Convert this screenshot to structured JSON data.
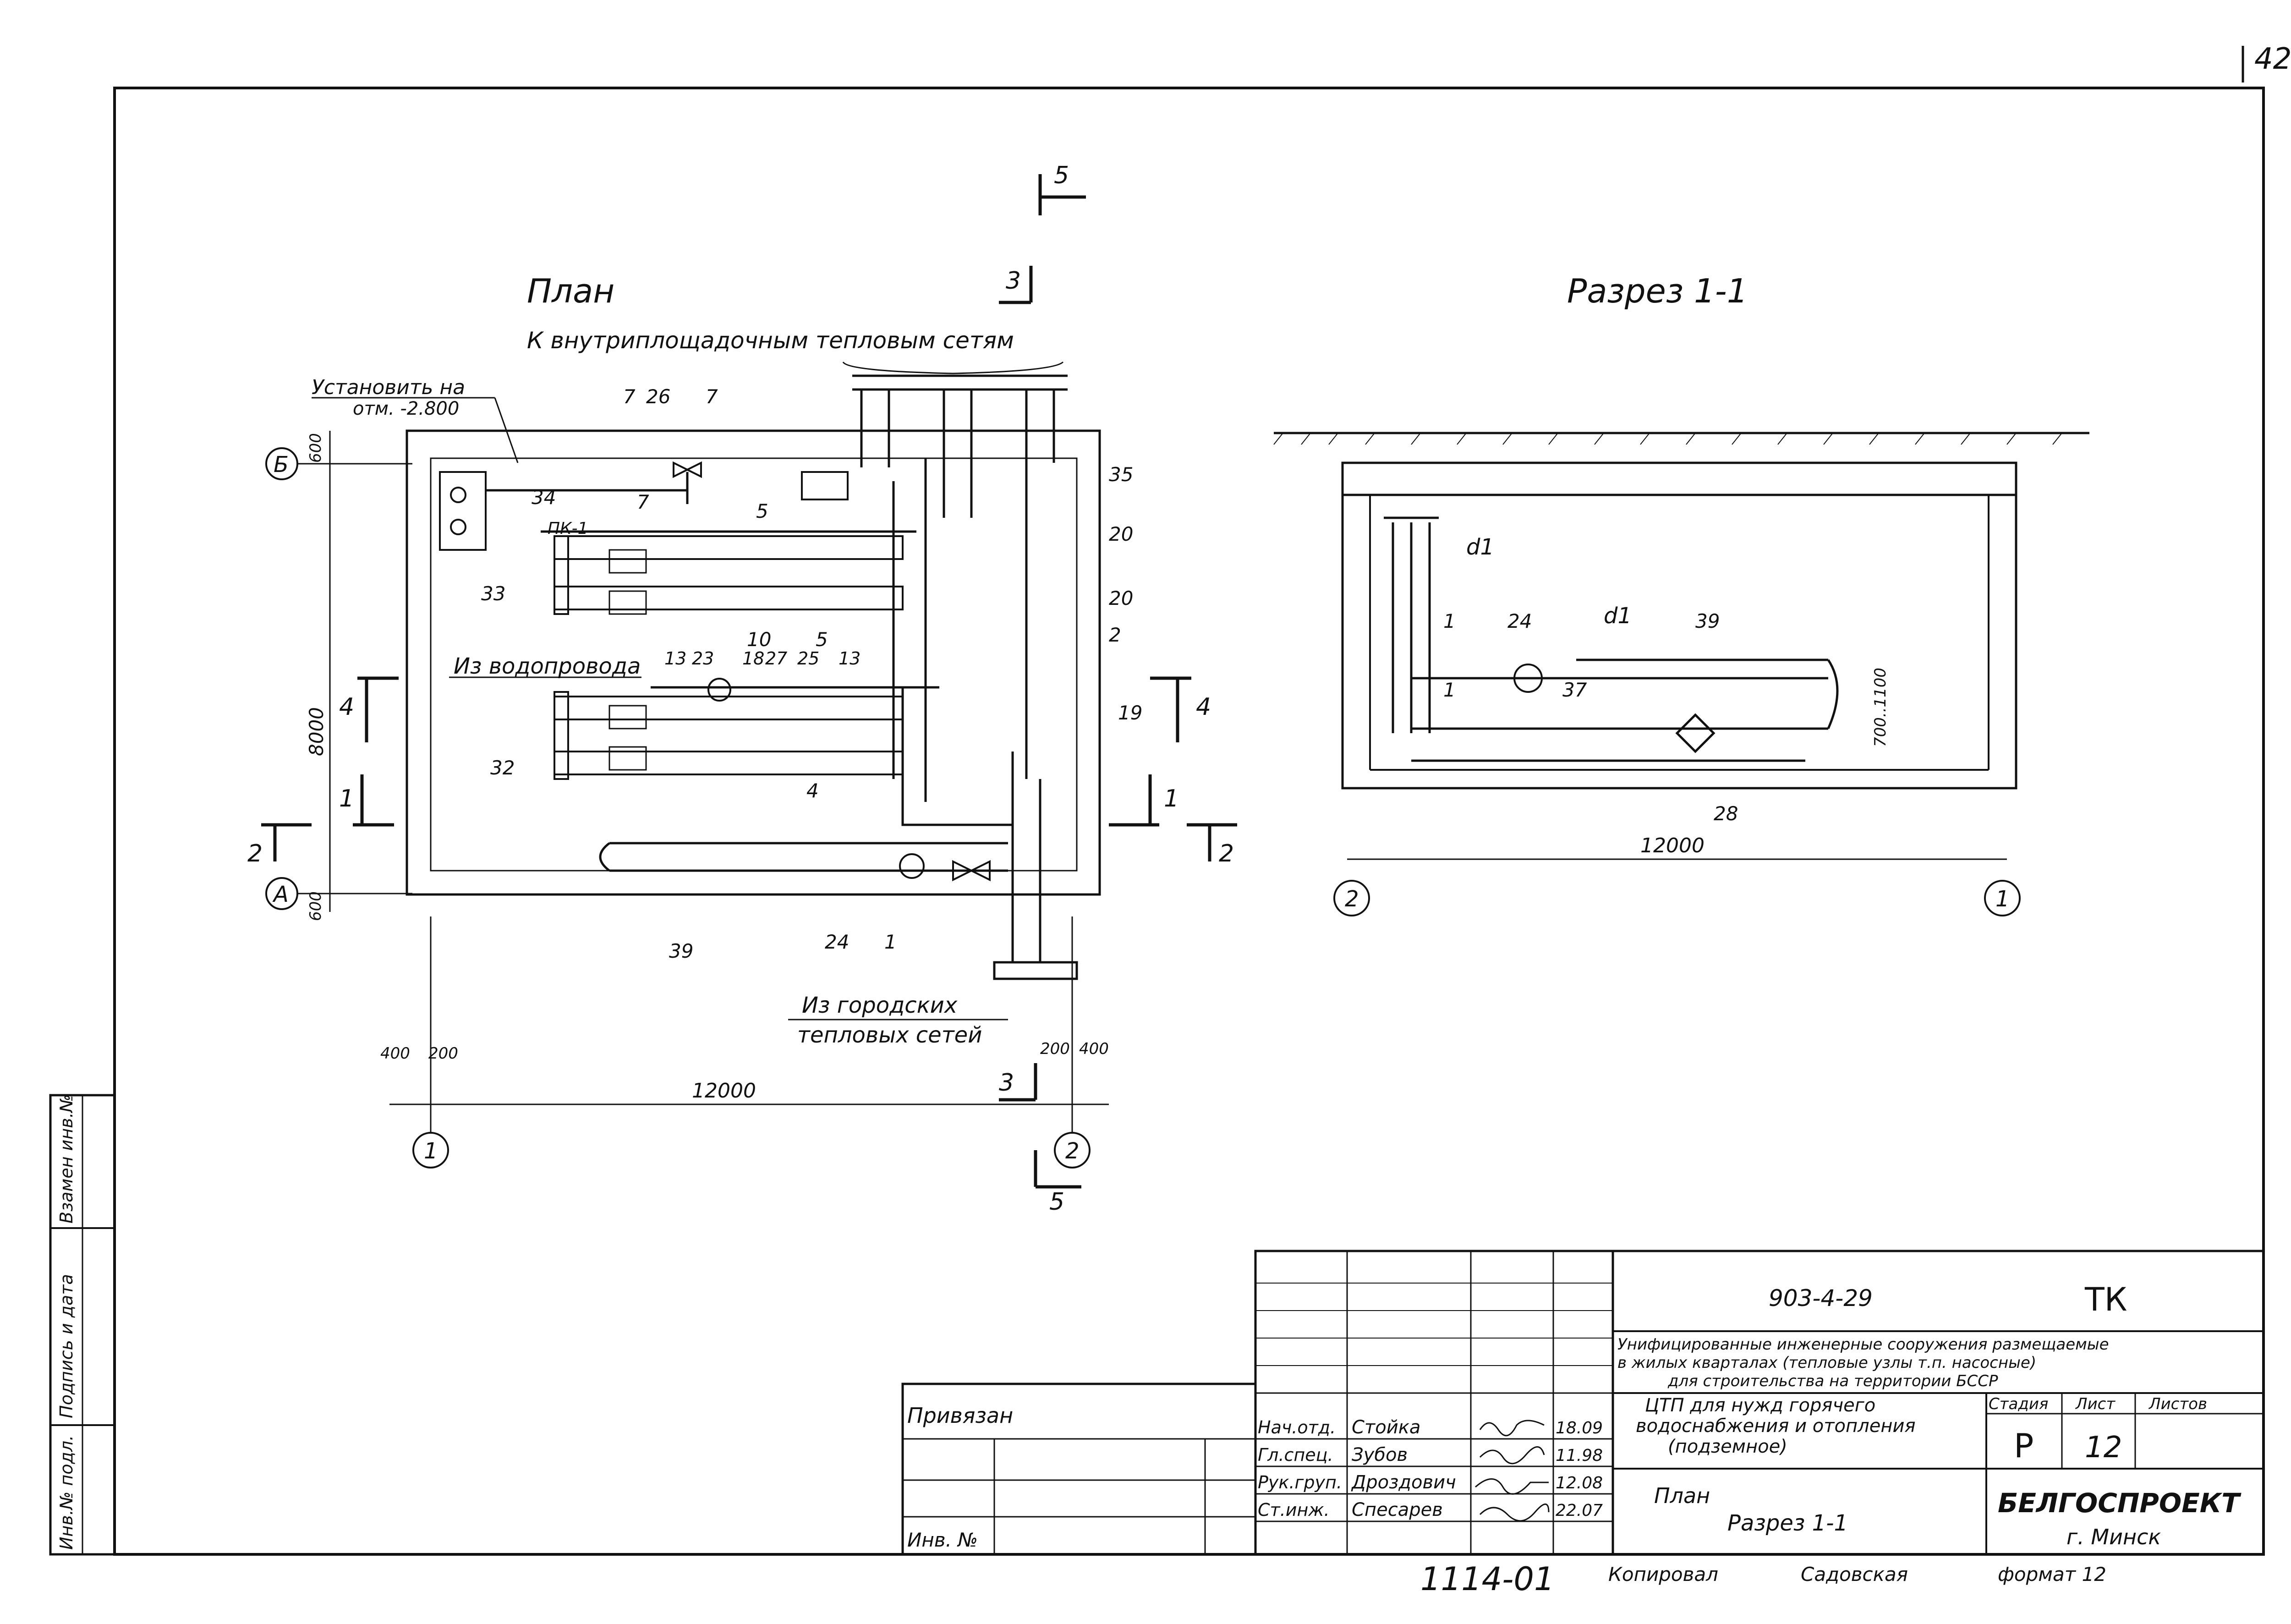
{
  "page_number": "42",
  "plan": {
    "title": "План",
    "top_caption": "К внутриплощадочным тепловым сетям",
    "install_note_line1": "Установить на",
    "install_note_line2": "отм. -2.800",
    "water_supply": "Из водопровода",
    "city_networks_line1": "Из городских",
    "city_networks_line2": "тепловых сетей",
    "pk_label": "ПК-1",
    "callouts": [
      "7",
      "26",
      "7",
      "7",
      "34",
      "5",
      "35",
      "20",
      "20",
      "2",
      "33",
      "10",
      "5",
      "13",
      "23",
      "18",
      "27",
      "25",
      "13",
      "19",
      "32",
      "4",
      "39",
      "24",
      "1"
    ],
    "dim_overall_height": "8000",
    "dim_top": "600",
    "dim_bottom": "600",
    "dim_overall_width": "12000",
    "dim_left_a": "400",
    "dim_left_b": "200",
    "dim_right_a": "200",
    "dim_right_b": "400",
    "axis_letters": [
      "Б",
      "А"
    ],
    "axis_numbers": [
      "1",
      "2"
    ],
    "cut_marks": [
      "5",
      "3",
      "4",
      "1",
      "2",
      "4",
      "1",
      "2",
      "3",
      "5"
    ]
  },
  "section": {
    "title": "Разрез 1-1",
    "labels": [
      "d1",
      "d1",
      "1",
      "24",
      "39",
      "1",
      "37",
      "28"
    ],
    "dim_height": "700..1100",
    "dim_width": "12000",
    "axis_numbers": [
      "2",
      "1"
    ]
  },
  "title_block": {
    "doc_code": "903-4-29",
    "mark": "ТК",
    "project_desc_line1": "Унифицированные инженерные сооружения размещаемые",
    "project_desc_line2": "в жилых кварталах (тепловые узлы т.п. насосные)",
    "project_desc_line3": "для строительства на территории БССР",
    "object_line1": "ЦТП для нужд горячего",
    "object_line2": "водоснабжения и отопления",
    "object_line3": "(подземное)",
    "sheet_title_line1": "План",
    "sheet_title_line2": "Разрез 1-1",
    "stage_header": "Стадия",
    "sheet_header": "Лист",
    "sheets_header": "Листов",
    "stage": "Р",
    "sheet": "12",
    "organization": "БЕЛГОСПРОЕКТ",
    "city": "г. Минск",
    "bound_label": "Привязан",
    "inv_label": "Инв. №",
    "roles": [
      "Нач.отд.",
      "Гл.спец.",
      "Рук.груп.",
      "Ст.инж."
    ],
    "names": [
      "Стойка",
      "Зубов",
      "Дроздович",
      "Спесарев"
    ],
    "dates": [
      "18.09",
      "11.98",
      "12.08",
      "22.07"
    ],
    "inventory_number": "1114-01",
    "copied_label": "Копировал",
    "copied_by": "Садовская",
    "format": "формат 12"
  },
  "side_stamp": {
    "replace_inv": "Взамен инв.№",
    "sign_date": "Подпись и дата",
    "inv_orig": "Инв.№ подл."
  }
}
